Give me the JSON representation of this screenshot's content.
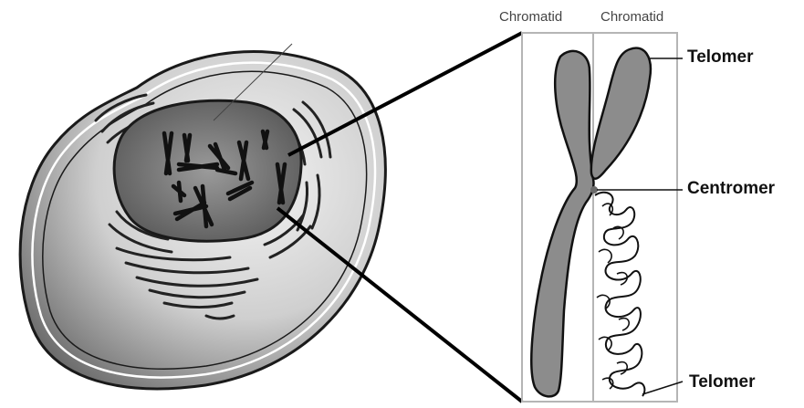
{
  "labels": {
    "chromatid_left": "Chromatid",
    "chromatid_right": "Chromatid",
    "telomer_top": "Telomer",
    "centromer": "Centromer",
    "telomer_bottom": "Telomer"
  },
  "colors": {
    "cell_fill": "#cfcfcf",
    "cell_edge": "#1a1a1a",
    "nucleus_fill": "#6e6e6e",
    "chromatid_fill": "#8c8c8c",
    "frame": "#b5b5b5"
  }
}
